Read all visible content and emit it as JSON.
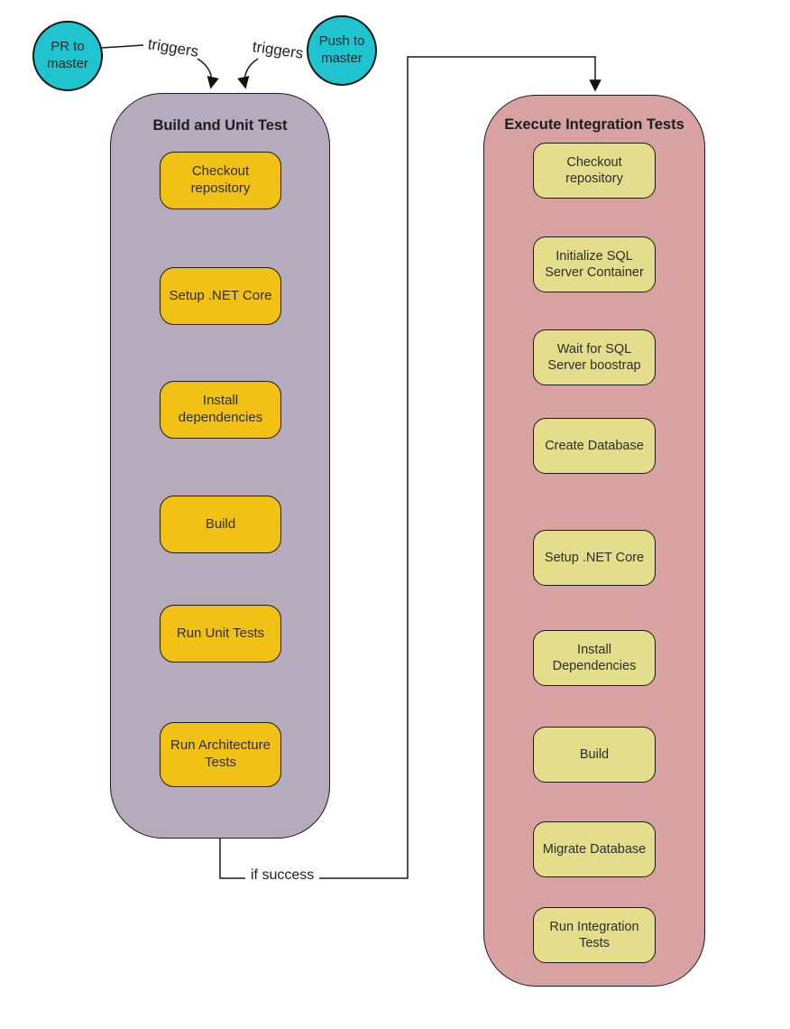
{
  "triggers": {
    "pr_circle": "PR to master",
    "push_circle": "Push to master",
    "label_left": "triggers",
    "label_right": "triggers"
  },
  "connectors": {
    "if_success": "if success"
  },
  "jobs": [
    {
      "title": "Build and Unit Test",
      "steps": [
        "Checkout repository",
        "Setup .NET Core",
        "Install dependencies",
        "Build",
        "Run Unit Tests",
        "Run Architecture Tests"
      ]
    },
    {
      "title": "Execute Integration Tests",
      "steps": [
        "Checkout repository",
        "Initialize SQL Server Container",
        "Wait for SQL Server boostrap",
        "Create Database",
        "Setup .NET Core",
        "Install Dependencies",
        "Build",
        "Migrate Database",
        "Run Integration Tests"
      ]
    }
  ],
  "colors": {
    "trigger_circle": "#1FC4CE",
    "job_build_bg": "#B6AABD",
    "job_integration_bg": "#D8A2A3",
    "step_build_bg": "#F1C115",
    "step_integration_bg": "#E3DD8C",
    "outline": "#1C1C1C"
  }
}
